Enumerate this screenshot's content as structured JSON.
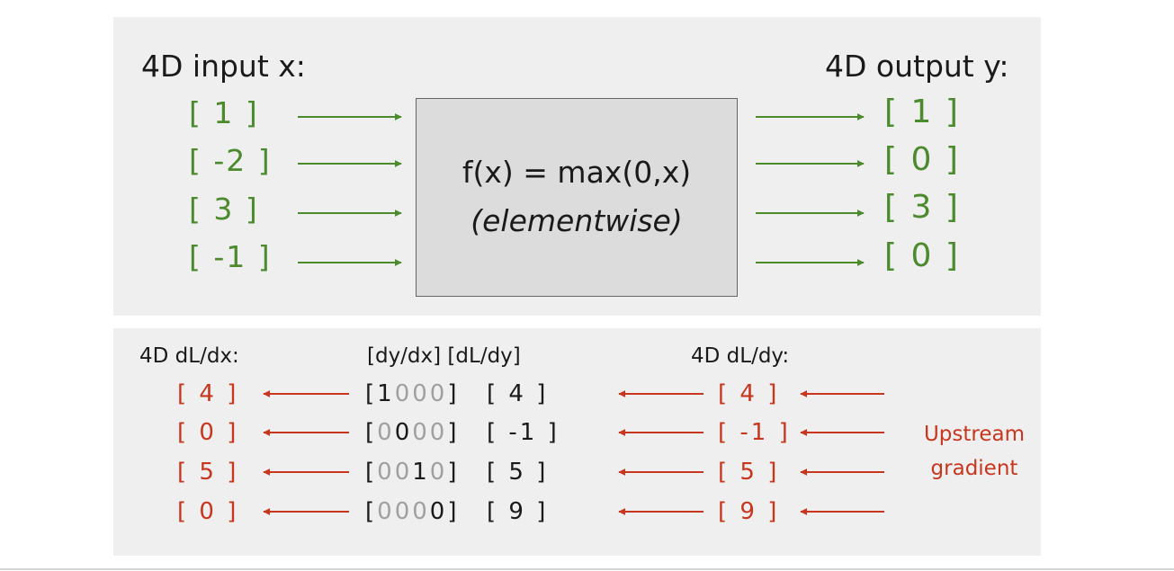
{
  "top": {
    "input_heading": "4D input x:",
    "output_heading": "4D output y:",
    "inputs": [
      "[ 1 ]",
      "[ -2 ]",
      "[ 3 ]",
      "[ -1 ]"
    ],
    "outputs": [
      "[ 1 ]",
      "[ 0 ]",
      "[ 3 ]",
      "[ 0 ]"
    ],
    "function": "f(x) = max(0,x)",
    "function_note": "(elementwise)"
  },
  "bottom": {
    "dldx_heading": "4D dL/dx:",
    "jacobian_heading": "[dy/dx] [dL/dy]",
    "dldy_heading": "4D dL/dy:",
    "dldx": [
      "[ 4 ]",
      "[ 0 ]",
      "[ 5 ]",
      "[ 0 ]"
    ],
    "jacobian_rows": [
      [
        "1",
        "0",
        "0",
        "0"
      ],
      [
        "0",
        "0",
        "0",
        "0"
      ],
      [
        "0",
        "0",
        "1",
        "0"
      ],
      [
        "0",
        "0",
        "0",
        "0"
      ]
    ],
    "jacobian_vector": [
      "[ 4 ]",
      "[ -1 ]",
      "[ 5 ]",
      "[ 9 ]"
    ],
    "dldy": [
      "[ 4 ]",
      "[ -1 ]",
      "[ 5 ]",
      "[ 9 ]"
    ],
    "upstream_label_line1": "Upstream",
    "upstream_label_line2": "gradient"
  },
  "colors": {
    "green": "#4c8a2e",
    "red": "#c8361e",
    "gray_zero": "#a0a0a0"
  }
}
